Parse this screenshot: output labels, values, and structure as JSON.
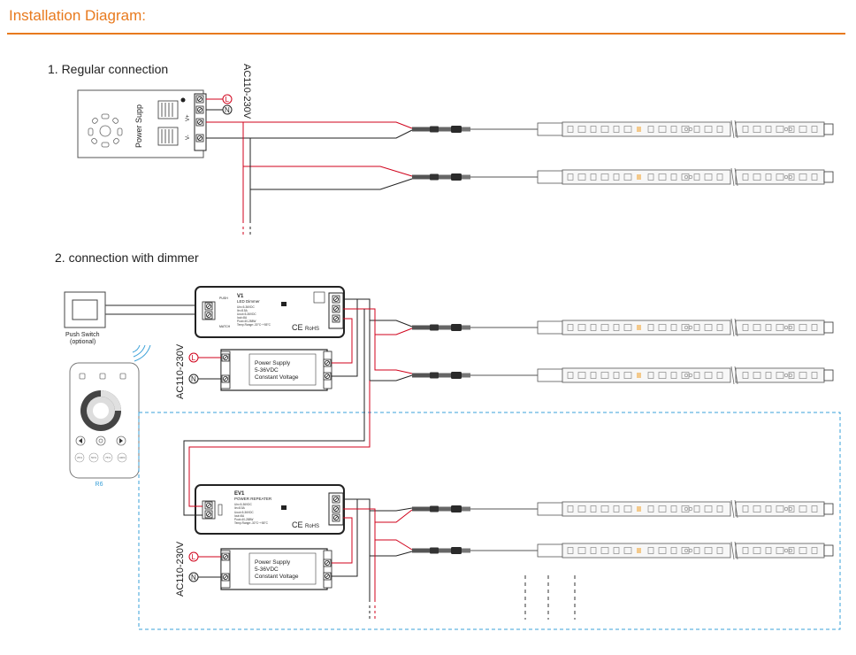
{
  "header": {
    "title": "Installation Diagram:"
  },
  "section1": {
    "title": "1. Regular connection",
    "mains_label": "AC110-230V",
    "psu_label": "Power Supp",
    "terminal_v_plus": "V+",
    "terminal_v_minus": "V-",
    "terminal_l": "L",
    "terminal_n": "N"
  },
  "section2": {
    "title": "2. connection with dimmer",
    "push_switch_label": "Push Switch",
    "push_switch_note": "(optional)",
    "remote_model": "R6",
    "remote_presets": [
      "25%",
      "50%",
      "75%",
      "100%"
    ],
    "mains_label": "AC110-230V",
    "dimmer": {
      "model": "V1",
      "name": "LED Dimmer",
      "spec_lines": [
        "Uin=5-36VDC",
        "Iin=8.5A",
        "Uout=5-36VDC",
        "Iout=8A",
        "Pout=40-288W",
        "Temp.Range:-30°C~+55°C"
      ],
      "mark_ce": "CE",
      "mark_rohs": "RoHS",
      "left_labels": [
        "PUSH",
        "MATCH"
      ]
    },
    "repeater": {
      "model": "EV1",
      "name": "POWER REPEATER",
      "spec_lines": [
        "Uin=5-36VDC",
        "Iin=8.5A",
        "Uout=5-36VDC",
        "Iout=8A",
        "Pout=40-288W",
        "Temp.Range:-30°C~+55°C"
      ],
      "mark_ce": "CE",
      "mark_rohs": "RoHS"
    },
    "psu": {
      "line1": "Power Supply",
      "line2": "5-36VDC",
      "line3": "Constant Voltage"
    },
    "terminal_l": "L",
    "terminal_n": "N"
  },
  "colors": {
    "accent": "#e87a1e",
    "wire_positive": "#d0021b",
    "wire_negative": "#1a1a1a",
    "dashed_box": "#3aa0d8",
    "remote_wifi": "#3aa0d8"
  }
}
